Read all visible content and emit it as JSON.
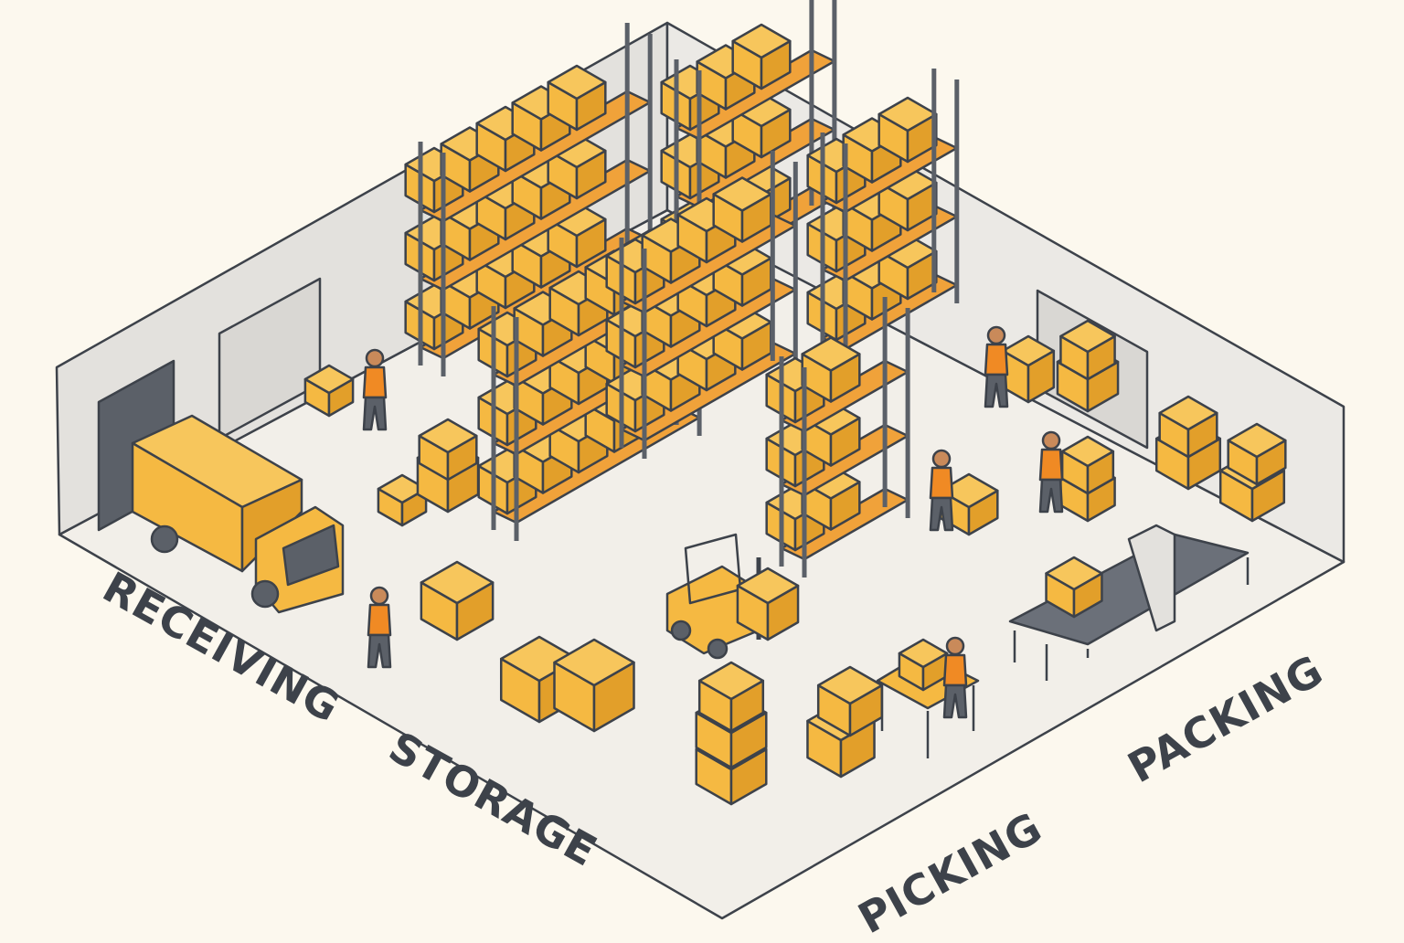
{
  "title": "Warehouse layout",
  "zones": [
    {
      "id": "receiving",
      "label": "RECEIVING"
    },
    {
      "id": "storage",
      "label": "STORAGE"
    },
    {
      "id": "picking",
      "label": "PICKING"
    },
    {
      "id": "packing",
      "label": "PACKING"
    }
  ],
  "colors": {
    "background": "#fcf8ee",
    "floor": "#f2efe9",
    "wall": "#e3e1dd",
    "box": "#f5b942",
    "box_shade": "#e29f2a",
    "shelf": "#f0a23a",
    "outline": "#3d424a",
    "worker": "#f08a24"
  }
}
